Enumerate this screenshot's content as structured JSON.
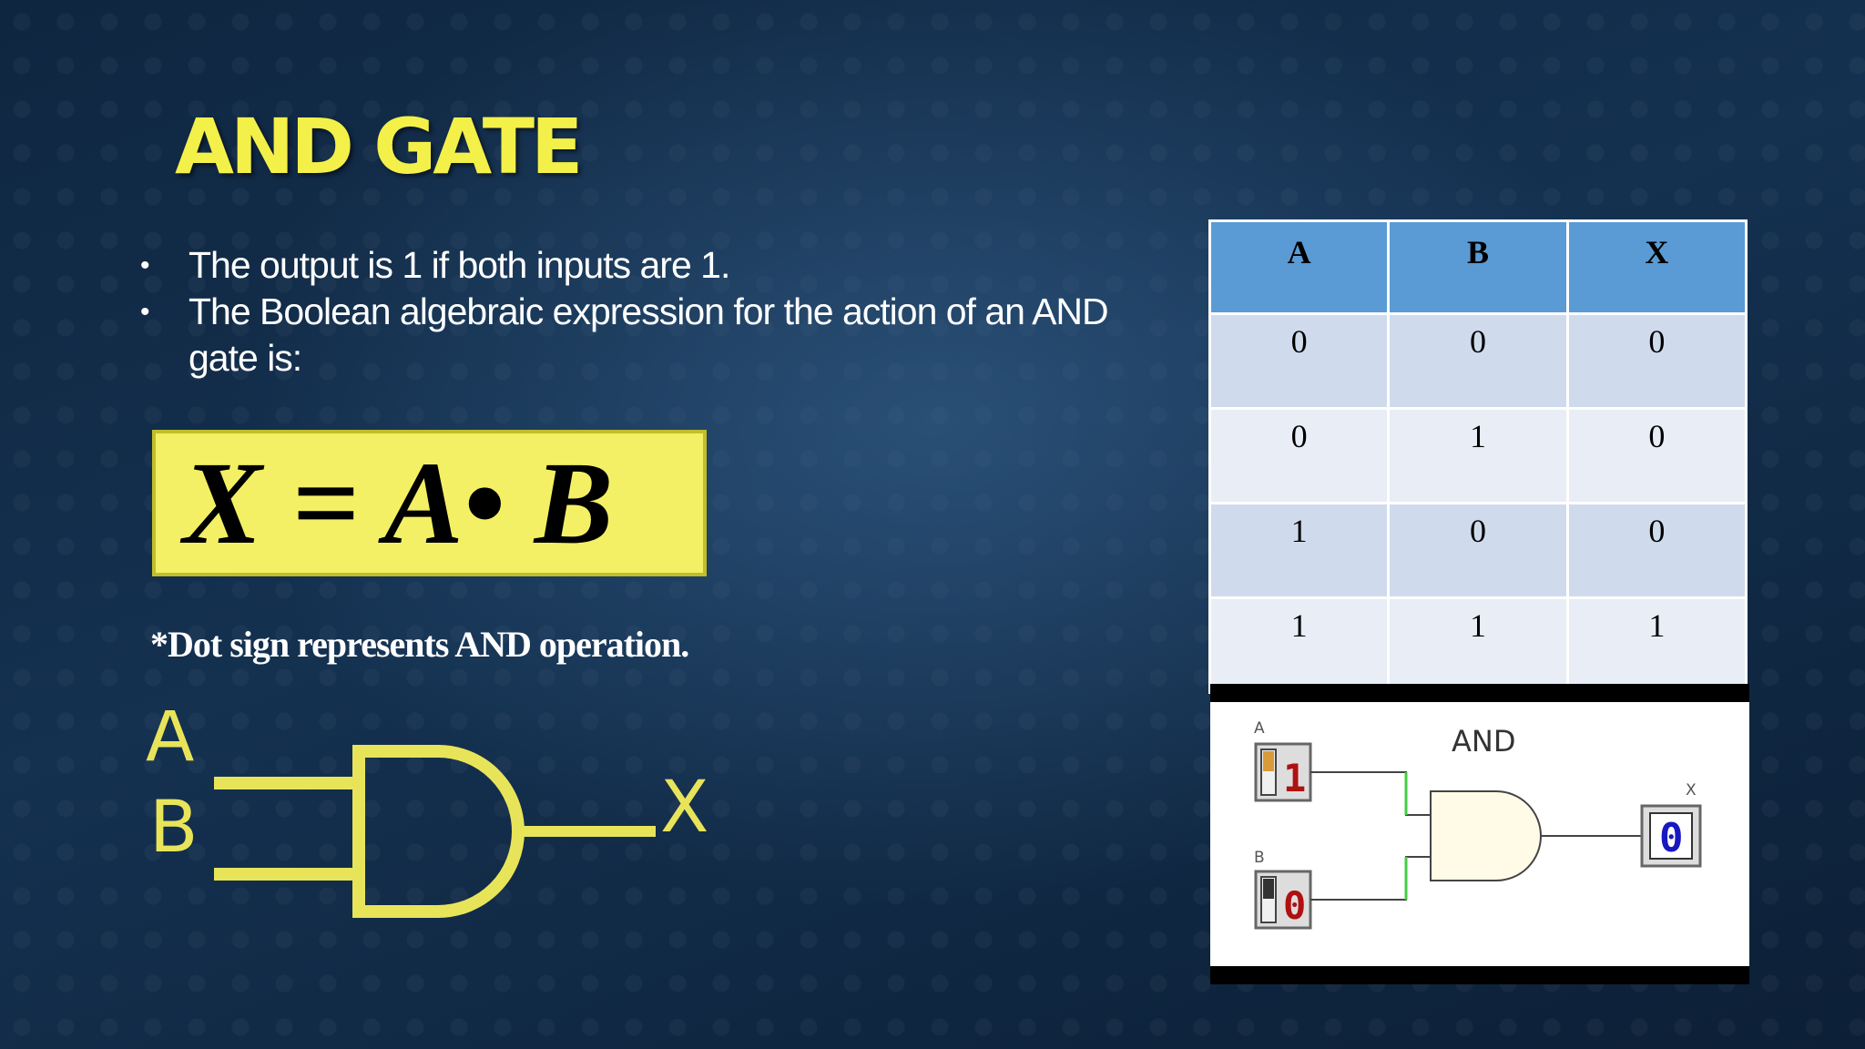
{
  "slide": {
    "title": "AND GATE",
    "bullets": [
      "The output is 1 if both inputs are 1.",
      "The Boolean algebraic expression for the action of an AND gate is:"
    ],
    "bullet_symbol": "•",
    "expression": "X = A• B",
    "note": "*Dot sign represents AND operation."
  },
  "gate_symbol": {
    "input_a": "A",
    "input_b": "B",
    "output": "X",
    "color": "#e8e45a"
  },
  "truth_table": {
    "headers": [
      "A",
      "B",
      "X"
    ],
    "rows": [
      [
        "0",
        "0",
        "0"
      ],
      [
        "0",
        "1",
        "0"
      ],
      [
        "1",
        "0",
        "0"
      ],
      [
        "1",
        "1",
        "1"
      ]
    ]
  },
  "circuit": {
    "gate_label": "AND",
    "input_a_label": "A",
    "input_a_value": "1",
    "input_b_label": "B",
    "input_b_value": "0",
    "output_label": "X",
    "output_value": "0"
  },
  "colors": {
    "title": "#f4f04a",
    "expression_box": "#f3f065",
    "table_header": "#5b9bd5",
    "table_row_odd": "#cfdbec",
    "table_row_even": "#e8edf6",
    "input_value": "#b01010",
    "output_value": "#1818c0"
  }
}
